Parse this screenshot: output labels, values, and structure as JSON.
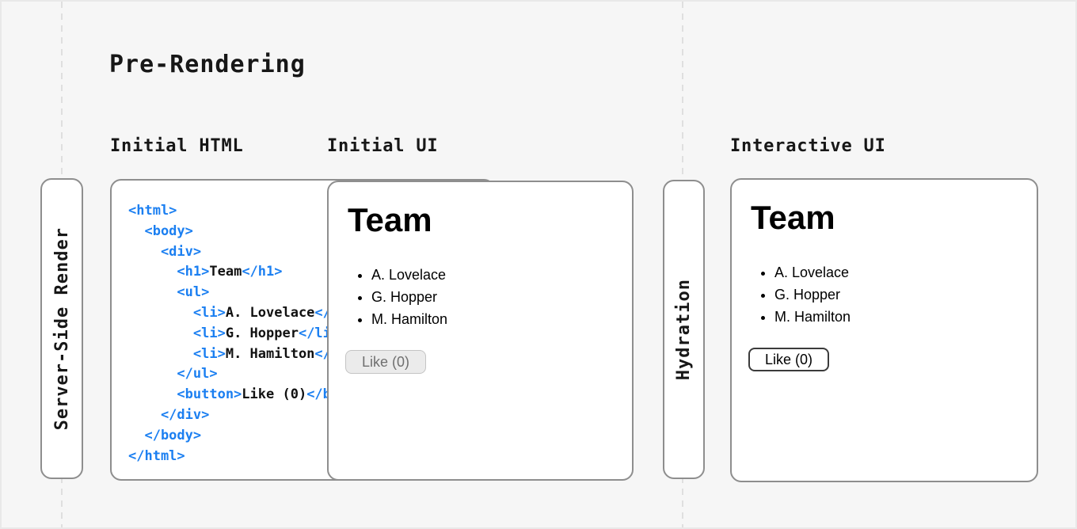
{
  "title": "Pre-Rendering",
  "columns": {
    "initial_html_label": "Initial HTML",
    "initial_ui_label": "Initial UI",
    "interactive_ui_label": "Interactive UI"
  },
  "stages": {
    "server_side_render_label": "Server-Side Render",
    "hydration_label": "Hydration"
  },
  "code": {
    "lines": [
      [
        [
          "tag",
          "<html>"
        ]
      ],
      [
        [
          "tag",
          "  <body>"
        ]
      ],
      [
        [
          "tag",
          "    <div>"
        ]
      ],
      [
        [
          "tag",
          "      <h1>"
        ],
        [
          "plain",
          "Team"
        ],
        [
          "tag",
          "</h1>"
        ]
      ],
      [
        [
          "tag",
          "      <ul>"
        ]
      ],
      [
        [
          "tag",
          "        <li>"
        ],
        [
          "plain",
          "A. Lovelace"
        ],
        [
          "tag",
          "</li>"
        ]
      ],
      [
        [
          "tag",
          "        <li>"
        ],
        [
          "plain",
          "G. Hopper"
        ],
        [
          "tag",
          "</li>"
        ]
      ],
      [
        [
          "tag",
          "        <li>"
        ],
        [
          "plain",
          "M. Hamilton"
        ],
        [
          "tag",
          "</li>"
        ]
      ],
      [
        [
          "tag",
          "      </ul>"
        ]
      ],
      [
        [
          "tag",
          "      <button>"
        ],
        [
          "plain",
          "Like (0)"
        ],
        [
          "tag",
          "</button>"
        ]
      ],
      [
        [
          "tag",
          "    </div>"
        ]
      ],
      [
        [
          "tag",
          "  </body>"
        ]
      ],
      [
        [
          "tag",
          "</html>"
        ]
      ]
    ]
  },
  "initial_ui": {
    "heading": "Team",
    "members": [
      "A. Lovelace",
      "G. Hopper",
      "M. Hamilton"
    ],
    "like_button_label": "Like (0)",
    "like_button_state": "disabled"
  },
  "interactive_ui": {
    "heading": "Team",
    "members": [
      "A. Lovelace",
      "G. Hopper",
      "M. Hamilton"
    ],
    "like_button_label": "Like (0)",
    "like_button_state": "enabled"
  },
  "colors": {
    "background": "#f6f6f6",
    "panel_border": "#8e8e8e",
    "code_tag_blue": "#1b7ff1",
    "code_text": "#111111",
    "dashed_guide": "#dfdfdf",
    "disabled_button_bg": "#ebebeb",
    "disabled_button_border": "#c4c4c4",
    "disabled_button_text": "#6f6f6f",
    "enabled_button_border": "#3b3b3b"
  }
}
